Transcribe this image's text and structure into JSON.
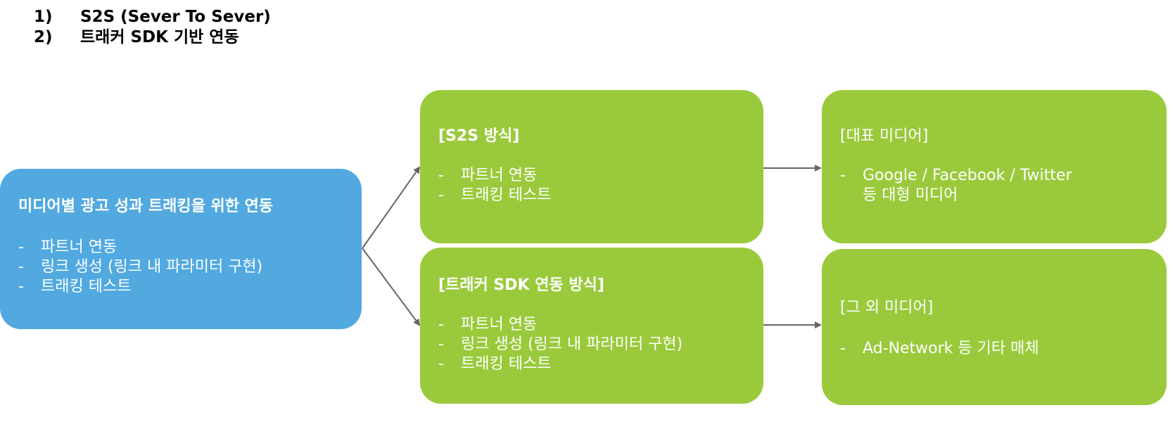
{
  "heading": {
    "items": [
      {
        "num": "1)",
        "text": "S2S (Sever To Sever)"
      },
      {
        "num": "2)",
        "text": "트래커 SDK 기반 연동"
      }
    ]
  },
  "boxes": {
    "main": {
      "title": "미디어별 광고 성과 트래킹을 위한 연동",
      "items": [
        "파트너 연동",
        "링크 생성 (링크 내 파라미터 구현)",
        "트래킹 테스트"
      ]
    },
    "s2s": {
      "title": "[S2S 방식]",
      "items": [
        "파트너 연동",
        "트래킹 테스트"
      ]
    },
    "sdk": {
      "title": "[트래커 SDK 연동 방식]",
      "items": [
        "파트너 연동",
        "링크 생성 (링크 내 파라미터 구현)",
        "트래킹 테스트"
      ]
    },
    "major_media": {
      "title": "[대표 미디어]",
      "items": [
        "Google / Facebook / Twitter\n등 대형 미디어"
      ]
    },
    "other_media": {
      "title": "[그 외 미디어]",
      "items": [
        "Ad-Network 등 기타 매체"
      ]
    }
  },
  "bullet": "-",
  "colors": {
    "blue_box": "#51a9e0",
    "green_box": "#9aca3c",
    "connector": "#666666"
  }
}
